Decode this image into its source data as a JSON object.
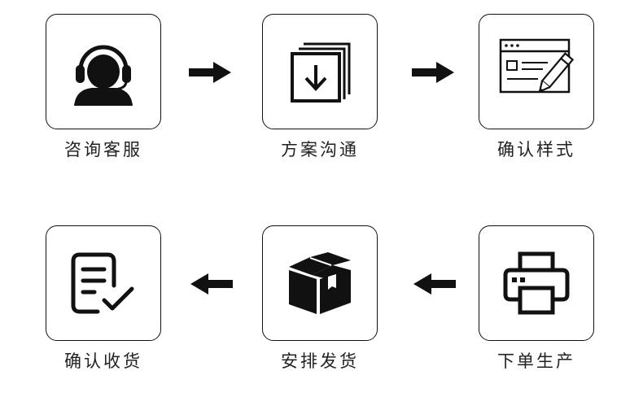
{
  "colors": {
    "icon": "#111111",
    "border": "#111111",
    "text": "#222222",
    "background": "#ffffff"
  },
  "steps": [
    {
      "label": "咨询客服",
      "icon": "headset-agent-icon"
    },
    {
      "label": "方案沟通",
      "icon": "download-documents-icon"
    },
    {
      "label": "确认样式",
      "icon": "browser-form-edit-icon"
    },
    {
      "label": "下单生产",
      "icon": "printer-icon"
    },
    {
      "label": "安排发货",
      "icon": "package-box-icon"
    },
    {
      "label": "确认收货",
      "icon": "document-check-icon"
    }
  ],
  "arrows": [
    {
      "from": "咨询客服",
      "to": "方案沟通",
      "direction": "right"
    },
    {
      "from": "方案沟通",
      "to": "确认样式",
      "direction": "right"
    },
    {
      "from": "下单生产",
      "to": "安排发货",
      "direction": "left"
    },
    {
      "from": "安排发货",
      "to": "确认收货",
      "direction": "left"
    }
  ]
}
